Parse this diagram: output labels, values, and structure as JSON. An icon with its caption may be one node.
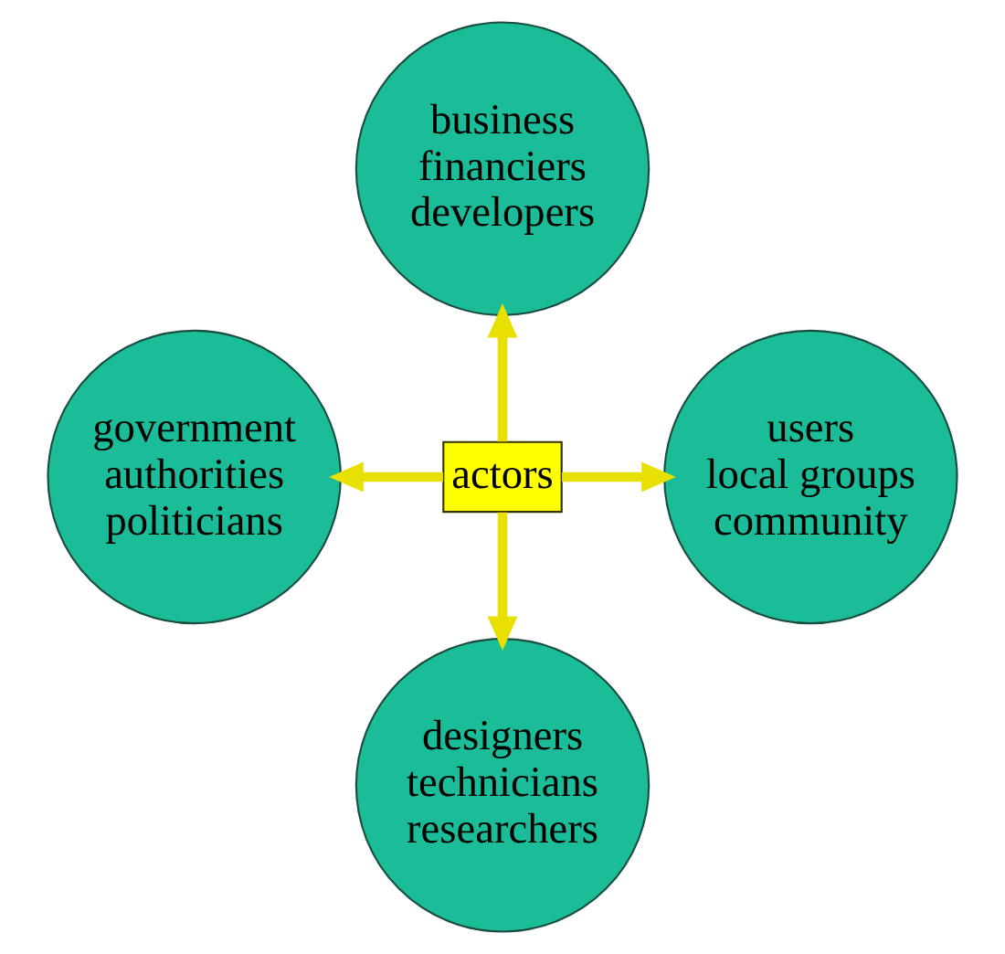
{
  "diagram": {
    "nodes": [
      {
        "text": [
          "business",
          "financiers",
          "developers"
        ]
      },
      {
        "text": [
          "government",
          "authorities",
          "politicians"
        ]
      },
      {
        "text": [
          "actors"
        ]
      },
      {
        "text": [
          "users",
          "local groups",
          "community"
        ]
      },
      {
        "text": [
          "designers",
          "technicians",
          "researchers"
        ]
      }
    ],
    "edges": [
      {
        "from": 2,
        "to": 0,
        "arrow": "to"
      },
      {
        "from": 2,
        "to": 3,
        "arrow": "to"
      },
      {
        "from": 2,
        "to": 4,
        "arrow": "to"
      },
      {
        "from": 2,
        "to": 1,
        "arrow": "to"
      }
    ]
  }
}
